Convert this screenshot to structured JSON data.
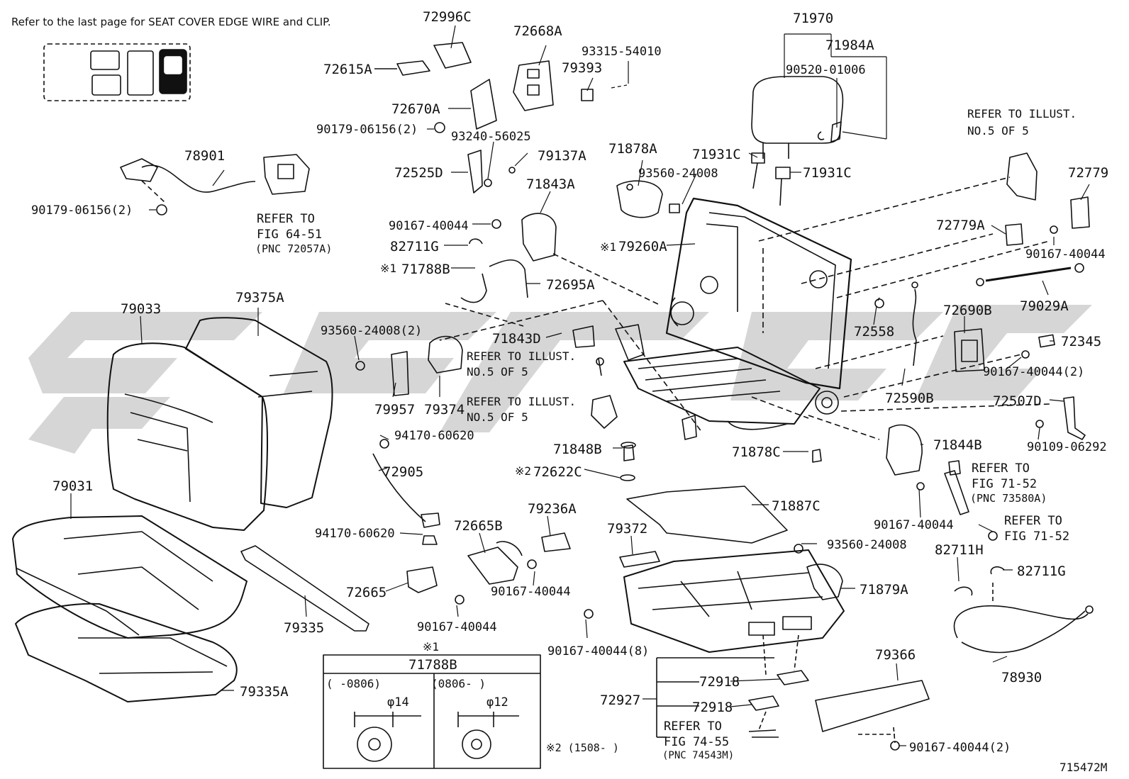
{
  "header_note": "Refer to the last page for SEAT COVER EDGE WIRE and CLIP.",
  "diagram_code": "715472M",
  "parts": {
    "p72996C": "72996C",
    "p72668A": "72668A",
    "p93315": "93315-54010",
    "p71970": "71970",
    "p71984A": "71984A",
    "p72615A": "72615A",
    "p79393": "79393",
    "p90520": "90520-01006",
    "p72670A": "72670A",
    "p90179a": "90179-06156(2)",
    "p93240": "93240-56025",
    "p78901": "78901",
    "p79137A": "79137A",
    "p71878A": "71878A",
    "p71931C_a": "71931C",
    "p71931C_b": "71931C",
    "p72525D": "72525D",
    "p93560_a": "93560-24008",
    "p71843A": "71843A",
    "p90179b": "90179-06156(2)",
    "p72779": "72779",
    "p90167_a": "90167-40044",
    "p72779A": "72779A",
    "p82711G_a": "82711G",
    "p79260A": "79260A",
    "p90167_b": "90167-40044",
    "p71788B": "71788B",
    "p72695A": "72695A",
    "p79029A": "79029A",
    "p79033": "79033",
    "p79375A": "79375A",
    "p93560_b": "93560-24008(2)",
    "p72558": "72558",
    "p72690B": "72690B",
    "p71843D": "71843D",
    "p72345": "72345",
    "p90167_c": "90167-40044(2)",
    "p79957": "79957",
    "p79374": "79374",
    "p72590B": "72590B",
    "p72507D": "72507D",
    "p94170_a": "94170-60620",
    "p90109": "90109-06292",
    "p71848B": "71848B",
    "p71878C": "71878C",
    "p71844B": "71844B",
    "p72905": "72905",
    "p72622C": "72622C",
    "p79031": "79031",
    "p71887C": "71887C",
    "p79236A": "79236A",
    "p72665B": "72665B",
    "p90167_d": "90167-40044",
    "p94170_b": "94170-60620",
    "p79372": "79372",
    "p93560_c": "93560-24008",
    "p82711H": "82711H",
    "p82711G_b": "82711G",
    "p72665": "72665",
    "p90167_e": "90167-40044",
    "p71879A": "71879A",
    "p79335": "79335",
    "p90167_f": "90167-40044",
    "p90167_g": "90167-40044(8)",
    "p79366": "79366",
    "p72927": "72927",
    "p72918_a": "72918",
    "p78930": "78930",
    "p72918_b": "72918",
    "p79335A": "79335A",
    "p90167_h": "90167-40044(2)"
  },
  "refs": {
    "illust_a": [
      "REFER TO ILLUST.",
      "NO.5 OF 5"
    ],
    "fig6451": [
      "REFER TO",
      "FIG 64-51",
      "(PNC 72057A)"
    ],
    "illust_b": [
      "REFER TO ILLUST.",
      "NO.5 OF 5"
    ],
    "illust_c": [
      "REFER TO ILLUST.",
      "NO.5 OF 5"
    ],
    "fig7152a": [
      "REFER TO",
      "FIG 71-52",
      "(PNC 73580A)"
    ],
    "fig7152b": [
      "REFER TO",
      "FIG 71-52"
    ],
    "fig7455": [
      "REFER TO",
      "FIG 74-55",
      "(PNC 74543M)"
    ]
  },
  "marks": {
    "star1": "※1",
    "star2": "※2",
    "star2_range": "※2 (1508-     )"
  },
  "table": {
    "note_mark": "※1",
    "title": "71788B",
    "col1_range": "(     -0806)",
    "col2_range": "(0806-      )",
    "col1_dia": "φ14",
    "col2_dia": "φ12"
  }
}
